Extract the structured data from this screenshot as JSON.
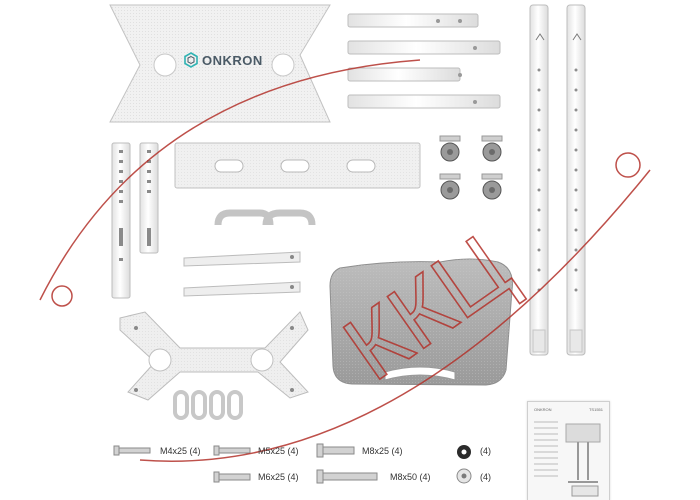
{
  "brand": {
    "logo_text": "ONKRON"
  },
  "watermark": {
    "text": "ККЦ"
  },
  "hardware": [
    {
      "size": "M4x25",
      "qty": "(4)"
    },
    {
      "size": "M5x25",
      "qty": "(4)"
    },
    {
      "size": "M8x25",
      "qty": "(4)"
    },
    {
      "size": "M6x25",
      "qty": "(4)"
    },
    {
      "size": "M8x50",
      "qty": "(4)"
    }
  ],
  "small_parts": [
    {
      "name": "washer-black",
      "qty": "(4)"
    },
    {
      "name": "washer-white",
      "qty": "(4)"
    }
  ],
  "manual": {
    "brand": "ONKRON",
    "model": "TS1551"
  },
  "colors": {
    "metal": "#f2f2f2",
    "edge": "#b9b9b9",
    "shelf": "#a9a9a9",
    "watermark": "#b3322b",
    "accent": "#2fb3b3"
  }
}
